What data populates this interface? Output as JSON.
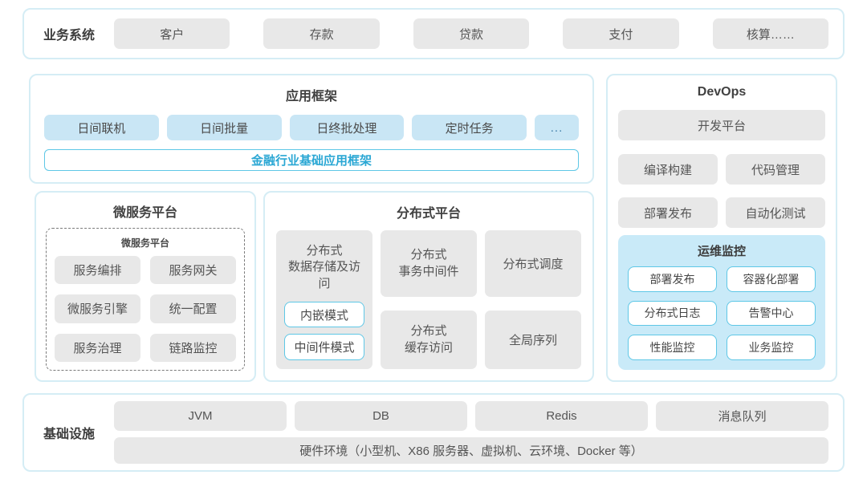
{
  "colors": {
    "panel_border": "#d5edf5",
    "gray_box_bg": "#e8e8e8",
    "blue_box_bg": "#c9e6f5",
    "monitor_bg": "#c9eaf8",
    "accent_border": "#5ec7e6",
    "accent_text": "#2aa7d4",
    "body_text": "#4d4d4d"
  },
  "business": {
    "label": "业务系统",
    "items": [
      "客户",
      "存款",
      "贷款",
      "支付",
      "核算……"
    ]
  },
  "app_framework": {
    "title": "应用框架",
    "modules": [
      "日间联机",
      "日间批量",
      "日终批处理",
      "定时任务",
      "..."
    ],
    "base": "金融行业基础应用框架"
  },
  "devops": {
    "title": "DevOps",
    "platform": "开发平台",
    "tools": [
      "编译构建",
      "代码管理",
      "部署发布",
      "自动化测试"
    ],
    "monitoring": {
      "title": "运维监控",
      "items": [
        "部署发布",
        "容器化部署",
        "分布式日志",
        "告警中心",
        "性能监控",
        "业务监控"
      ]
    }
  },
  "microservices": {
    "title": "微服务平台",
    "inner_title": "微服务平台",
    "items": [
      "服务编排",
      "服务网关",
      "微服务引擎",
      "统一配置",
      "服务治理",
      "链路监控"
    ]
  },
  "distributed": {
    "title": "分布式平台",
    "storage": {
      "label": "分布式\n数据存储及访问",
      "modes": [
        "内嵌模式",
        "中间件模式"
      ]
    },
    "transaction": "分布式\n事务中间件",
    "scheduling": "分布式调度",
    "cache": "分布式\n缓存访问",
    "sequence": "全局序列"
  },
  "infrastructure": {
    "label": "基础设施",
    "items": [
      "JVM",
      "DB",
      "Redis",
      "消息队列"
    ],
    "hardware": "硬件环境（小型机、X86 服务器、虚拟机、云环境、Docker 等）"
  }
}
